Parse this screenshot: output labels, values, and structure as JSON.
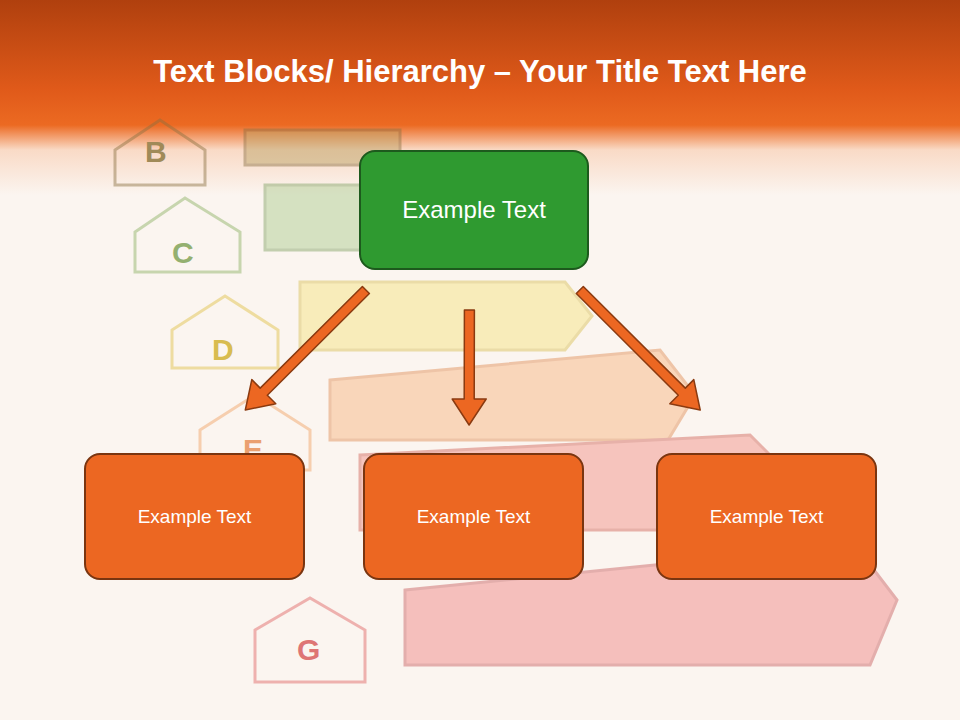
{
  "diagram": {
    "title": "Text Blocks/ Hierarchy – Your Title Text Here",
    "nodes": [
      {
        "text": [
          "Example Text"
        ]
      },
      {
        "text": [
          "Example Text"
        ]
      },
      {
        "text": [
          "Example Text"
        ]
      },
      {
        "text": [
          "Example Text"
        ]
      }
    ],
    "edges": [
      {
        "from": 0,
        "to": 1,
        "arrow": "to"
      },
      {
        "from": 0,
        "to": 2,
        "arrow": "to"
      },
      {
        "from": 0,
        "to": 3,
        "arrow": "to"
      }
    ],
    "labels": [
      "B",
      "C",
      "D",
      "E",
      "G"
    ]
  }
}
